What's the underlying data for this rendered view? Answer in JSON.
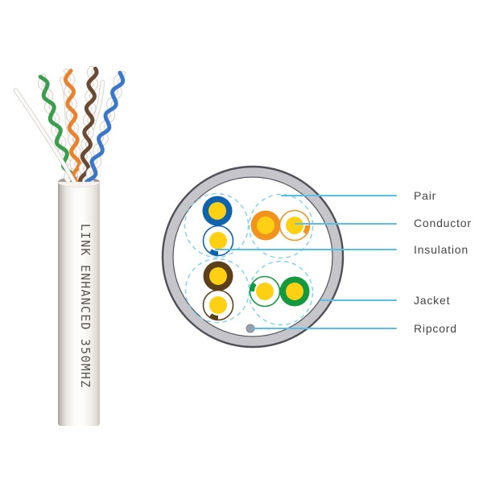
{
  "cable": {
    "print_text": "LINK ENHANCED 350MHZ"
  },
  "diagram": {
    "callouts": [
      {
        "id": "pair",
        "label": "Pair"
      },
      {
        "id": "conductor",
        "label": "Conductor"
      },
      {
        "id": "insulation",
        "label": "Insulation"
      },
      {
        "id": "jacket",
        "label": "Jacket"
      },
      {
        "id": "ripcord",
        "label": "Ripcord"
      }
    ],
    "colors": {
      "leader_line": "#58c0e4",
      "pair_dashed_circle": "#85d2ef",
      "jacket_fill": "#c5c5ca",
      "jacket_outline": "#50505a",
      "wire_blue": "#0f62ae",
      "wire_orange": "#f0941d",
      "wire_brown": "#5c401c",
      "wire_green": "#15993e",
      "conductor_yellow": "#fdd014",
      "ripcord_gray": "#98a0a8",
      "label_text": "#454545"
    }
  }
}
